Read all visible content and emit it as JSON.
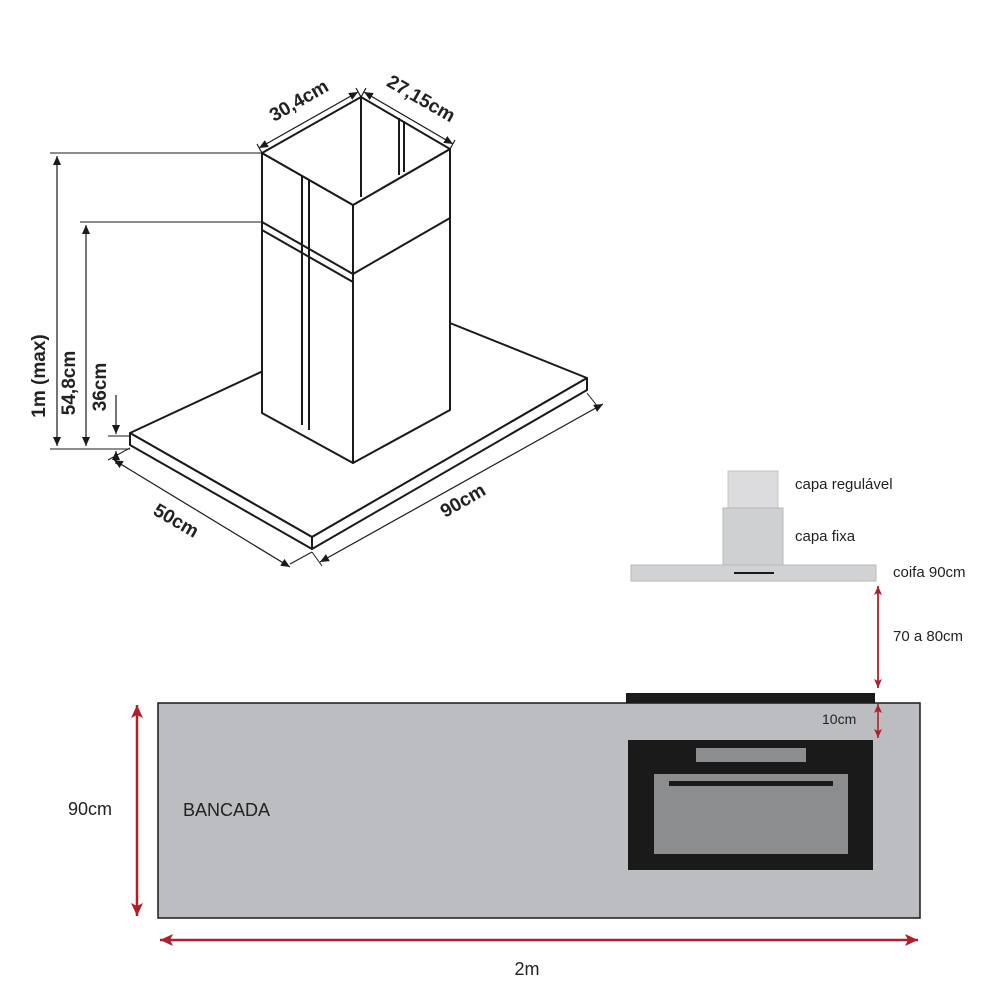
{
  "hood_dimensions": {
    "top_width": "30,4cm",
    "top_depth": "27,15cm",
    "max_height": "1m (max)",
    "height_mid": "54,8cm",
    "height_base": "36cm",
    "depth": "50cm",
    "width": "90cm"
  },
  "side_view": {
    "adjustable_cover": "capa regulável",
    "fixed_cover": "capa fixa",
    "hood": "coifa 90cm",
    "distance": "70 a 80cm",
    "cooktop_gap": "10cm"
  },
  "counter": {
    "label": "BANCADA",
    "height": "90cm",
    "length": "2m"
  },
  "colors": {
    "outline": "#1a1a1a",
    "dimension_red": "#b0202a",
    "counter_fill": "#bcbdc0",
    "hood_fill": "#d1d2d4",
    "oven_frame": "#1a1a1a",
    "oven_window": "#8c8d8f"
  }
}
